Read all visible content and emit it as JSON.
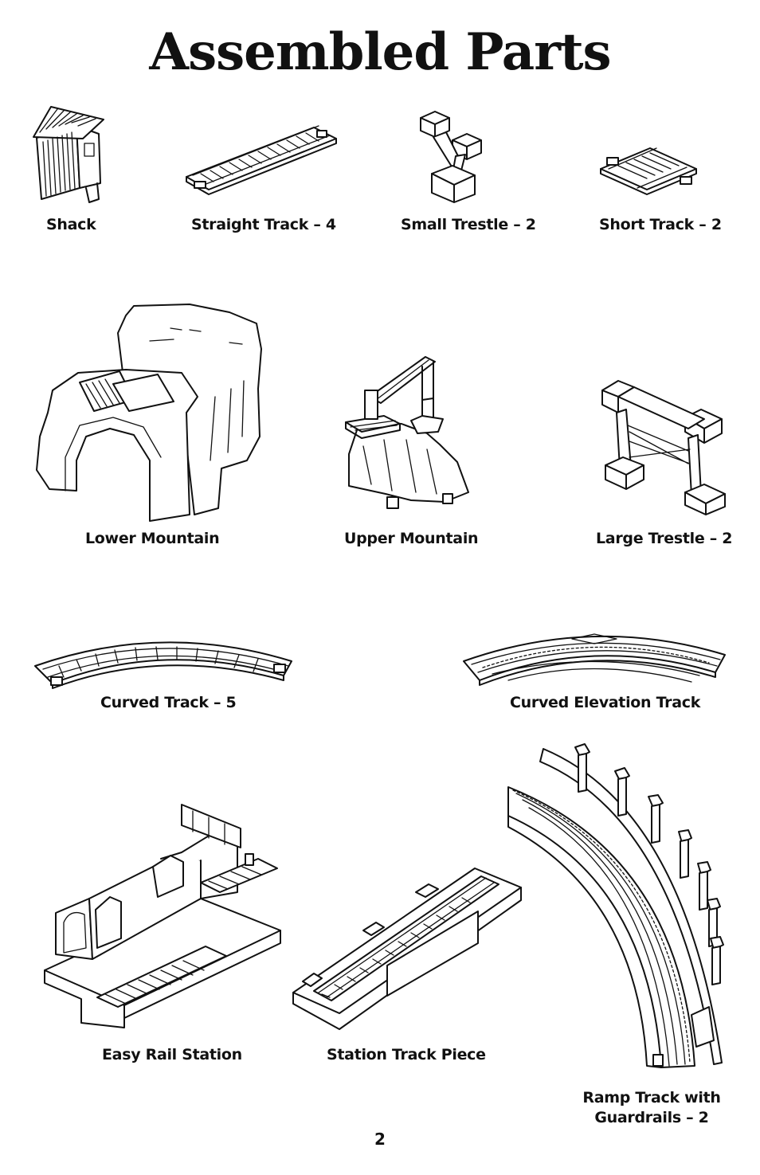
{
  "page": {
    "title": "Assembled Parts",
    "page_number": "2"
  },
  "parts": [
    {
      "label": "Shack",
      "icon": "shack-icon"
    },
    {
      "label": "Straight Track – 4",
      "icon": "straight-track-icon"
    },
    {
      "label": "Small Trestle – 2",
      "icon": "small-trestle-icon"
    },
    {
      "label": "Short Track – 2",
      "icon": "short-track-icon"
    },
    {
      "label": "Lower Mountain",
      "icon": "lower-mountain-icon"
    },
    {
      "label": "Upper Mountain",
      "icon": "upper-mountain-icon"
    },
    {
      "label": "Large Trestle – 2",
      "icon": "large-trestle-icon"
    },
    {
      "label": "Curved Track – 5",
      "icon": "curved-track-icon"
    },
    {
      "label": "Curved Elevation Track",
      "icon": "curved-elevation-track-icon"
    },
    {
      "label": "Easy Rail Station",
      "icon": "easy-rail-station-icon"
    },
    {
      "label": "Station Track Piece",
      "icon": "station-track-piece-icon"
    },
    {
      "label_line1": "Ramp Track with",
      "label_line2": "Guardrails – 2",
      "icon": "ramp-track-icon"
    }
  ]
}
